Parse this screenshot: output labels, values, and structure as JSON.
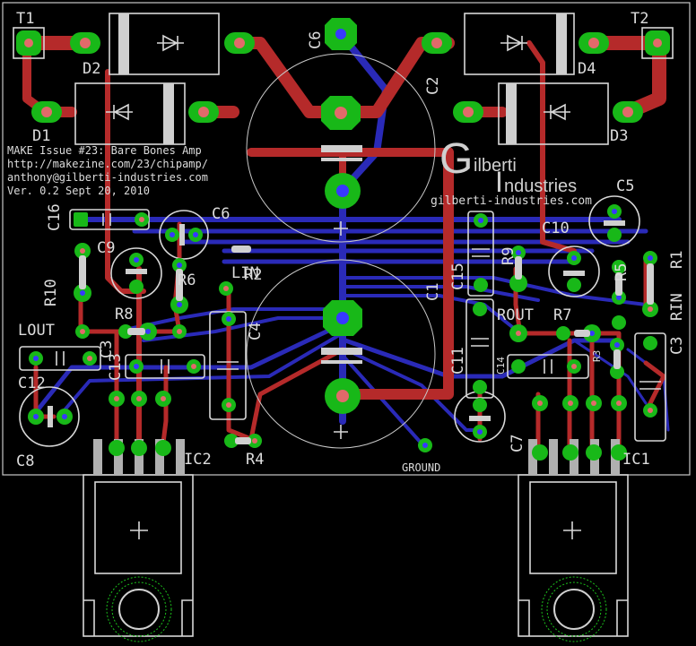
{
  "notes": {
    "line1": "MAKE Issue #23: Bare Bones Amp",
    "line2": "http://makezine.com/23/chipamp/",
    "line3": "anthony@gilberti-industries.com",
    "line4": "Ver. 0.2 Sept 20, 2010"
  },
  "logo": {
    "letter_g": "G",
    "word1": "ilberti",
    "letter_i": "I",
    "word2": "ndustries",
    "url": "gilberti-industries.com"
  },
  "labels": {
    "T1": "T1",
    "T2": "T2",
    "D1": "D1",
    "D2": "D2",
    "D3": "D3",
    "D4": "D4",
    "C1": "C1",
    "C2": "C2",
    "C3": "C3",
    "C4": "C4",
    "C5": "C5",
    "C6": "C6",
    "C7": "C7",
    "C8": "C8",
    "C9": "C9",
    "C10": "C10",
    "C11": "C11",
    "C12": "C12",
    "C13": "C13",
    "C14": "C14",
    "C15": "C15",
    "C16": "C16",
    "R1": "R1",
    "R3": "R3",
    "R4": "R4",
    "R5": "R5",
    "R6": "R6",
    "R7": "R7",
    "R8": "R8",
    "R9": "R9",
    "R10": "R10",
    "IC1": "IC1",
    "IC2": "IC2",
    "LIN": "LIN",
    "LOUT": "LOUT",
    "RIN": "RIN",
    "ROUT": "ROUT",
    "GROUND": "GROUND"
  },
  "colors": {
    "top_copper": "#b52a2a",
    "bottom_copper": "#2a2ab8",
    "pads": "#18b818",
    "silkscreen": "#d8d8d8",
    "background": "#000000"
  }
}
